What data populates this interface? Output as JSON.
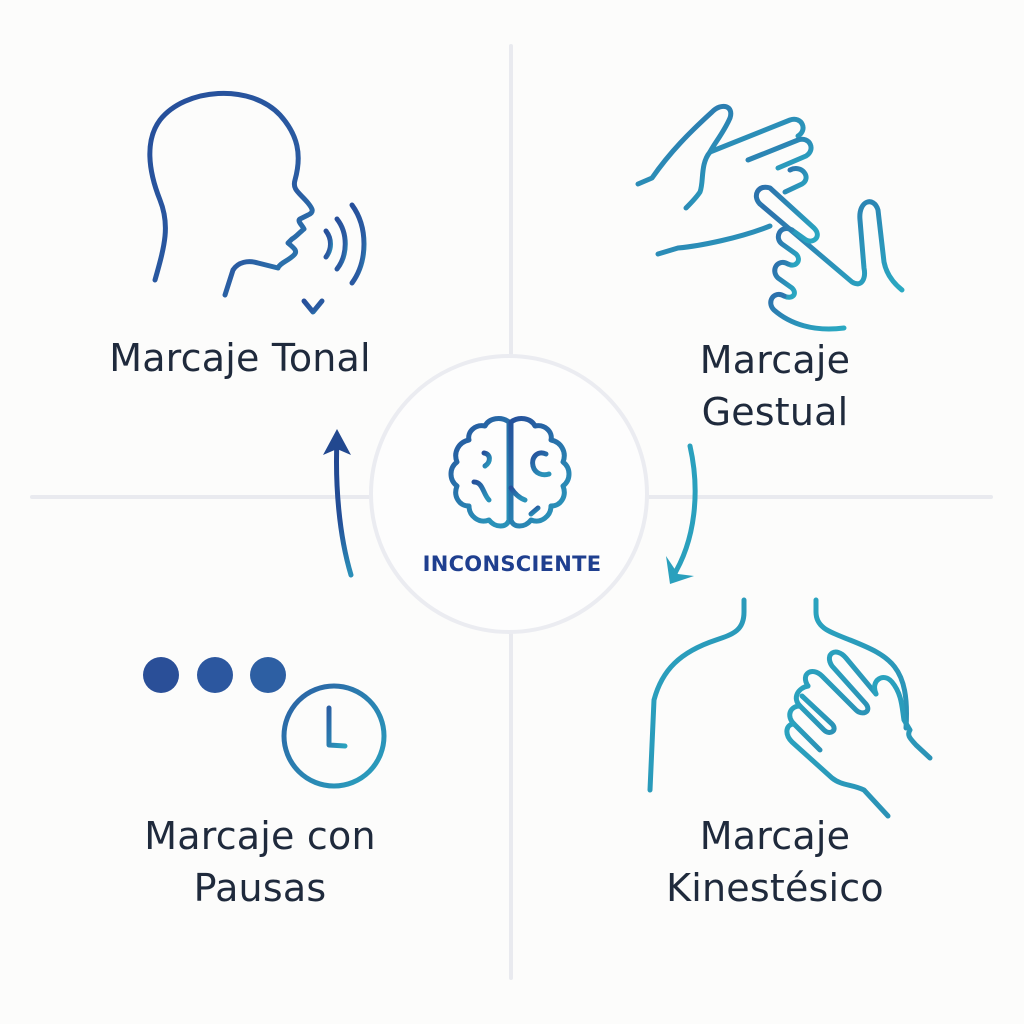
{
  "diagram": {
    "center": {
      "label": "INCONSCIENTE",
      "icon": "brain-icon"
    },
    "quadrants": [
      {
        "position": "top-left",
        "label_lines": [
          "Marcaje Tonal"
        ],
        "icon": "speaking-head-icon"
      },
      {
        "position": "top-right",
        "label_lines": [
          "Marcaje",
          "Gestual"
        ],
        "icon": "hand-gesture-icon"
      },
      {
        "position": "bottom-right",
        "label_lines": [
          "Marcaje",
          "Kinestésico"
        ],
        "icon": "hand-on-shoulder-icon"
      },
      {
        "position": "bottom-left",
        "label_lines": [
          "Marcaje con",
          "Pausas"
        ],
        "icon": "dots-clock-icon"
      }
    ],
    "arrows": [
      {
        "from": "bottom-left",
        "to": "top-left",
        "icon": "curved-arrow-up-icon"
      },
      {
        "from": "top-right",
        "to": "bottom-right",
        "icon": "curved-arrow-down-icon"
      }
    ],
    "colors": {
      "dark_blue": "#2c55a0",
      "teal": "#2aa3bf",
      "text": "#1f2a3c",
      "center_text": "#1f3f8f",
      "divider": "#e9eaef",
      "background": "#fcfcfb"
    }
  }
}
